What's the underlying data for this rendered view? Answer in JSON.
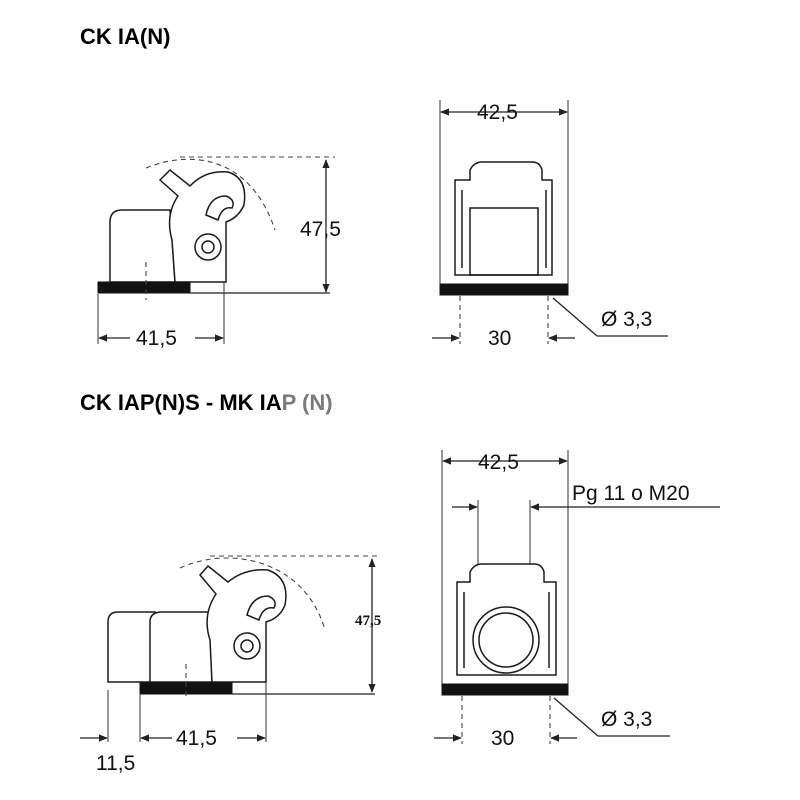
{
  "section_a": {
    "title": "CK IA(N)",
    "side_view": {
      "height_label": "47,5",
      "width_label": "41,5"
    },
    "front_view": {
      "width_label": "42,5",
      "hole_spacing_label": "30",
      "hole_diameter_label": "Ø 3,3"
    }
  },
  "section_b": {
    "title_main": "CK IAP(N)S - MK IA",
    "title_grey": "P (N)",
    "side_view": {
      "height_label": "47,5",
      "width_label": "41,5",
      "offset_label": "11,5"
    },
    "front_view": {
      "width_label": "42,5",
      "thread_label": "Pg 11 o M20",
      "hole_spacing_label": "30",
      "hole_diameter_label": "Ø 3,3"
    }
  },
  "colors": {
    "line": "#222222",
    "base_fill": "#111111",
    "grey_text": "#7a7a7a"
  }
}
